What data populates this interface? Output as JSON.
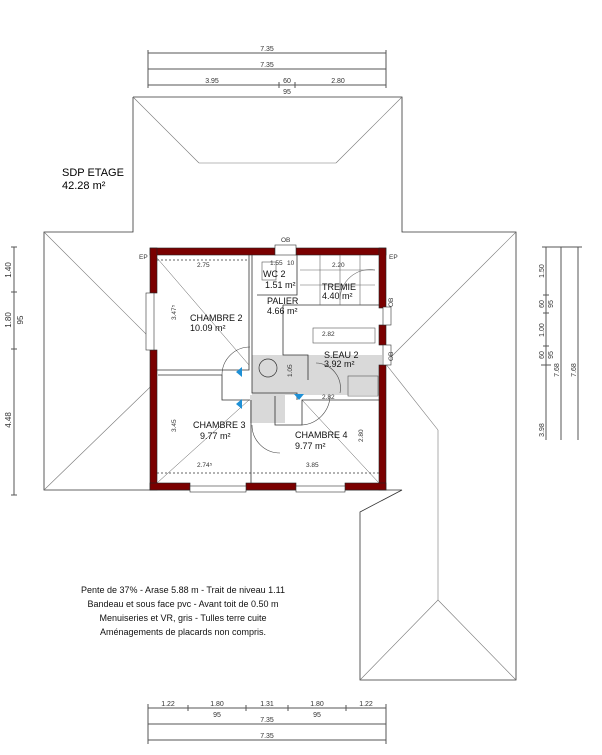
{
  "sdp": {
    "title": "SDP ETAGE",
    "area": "42.28 m²"
  },
  "top_dims": {
    "row1": "7.35",
    "row2": "7.35",
    "row3_left": "3.95",
    "row3_mid_top": "60",
    "row3_mid_bottom": "95",
    "row3_right": "2.80"
  },
  "bottom_dims": {
    "seg": [
      "1.22",
      "1.80",
      "1.31",
      "1.80",
      "1.22"
    ],
    "sub": [
      "95",
      "95"
    ],
    "row2": "7.35",
    "row3": "7.35"
  },
  "left_dims": {
    "a": "1.40",
    "b": "1.80",
    "b_sub": "95",
    "c": "4.48"
  },
  "right_dims": {
    "a": "1.50",
    "b": "60",
    "b_sub": "95",
    "c": "1.00",
    "d": "60",
    "d_sub": "95",
    "e": "3.98",
    "total1": "7.68",
    "total2": "7.68"
  },
  "rooms": [
    {
      "name": "WC 2",
      "area": "1.51 m²"
    },
    {
      "name": "TREMIE",
      "area": "4.40 m²"
    },
    {
      "name": "PALIER",
      "area": "4.66 m²"
    },
    {
      "name": "CHAMBRE 2",
      "area": "10.09 m²"
    },
    {
      "name": "S.EAU 2",
      "area": "3.92 m²"
    },
    {
      "name": "CHAMBRE 3",
      "area": "9.77 m²"
    },
    {
      "name": "CHAMBRE 4",
      "area": "9.77 m²"
    }
  ],
  "inner_dims": {
    "ch2_w": "2.75",
    "wc_w": "1.55",
    "wc_sub": "10",
    "tremie_w": "2.20",
    "ch2_h": "3.47⁵",
    "seau_w": "2.82",
    "seau_w2": "2.82",
    "pal_h": "1.05",
    "ch3_h": "3.45",
    "ch3_w": "2.74⁵",
    "ch4_w": "3.85",
    "ch4_h": "2.80",
    "ob_top": "OB",
    "ob_right1": "OB",
    "ob_right2": "OB",
    "ep_left": "EP",
    "ep_right": "EP"
  },
  "notes": [
    "Pente de 37% - Arase 5.88 m - Trait de niveau 1.11",
    "Bandeau et sous face pvc - Avant toit de 0.50 m",
    "Menuiseries et VR, gris - Tulles terre cuite",
    "Aménagements de placards non compris."
  ],
  "colors": {
    "wall": "#7a0000",
    "wet_area": "#d9d9d9",
    "arrow": "#1e90d6"
  }
}
